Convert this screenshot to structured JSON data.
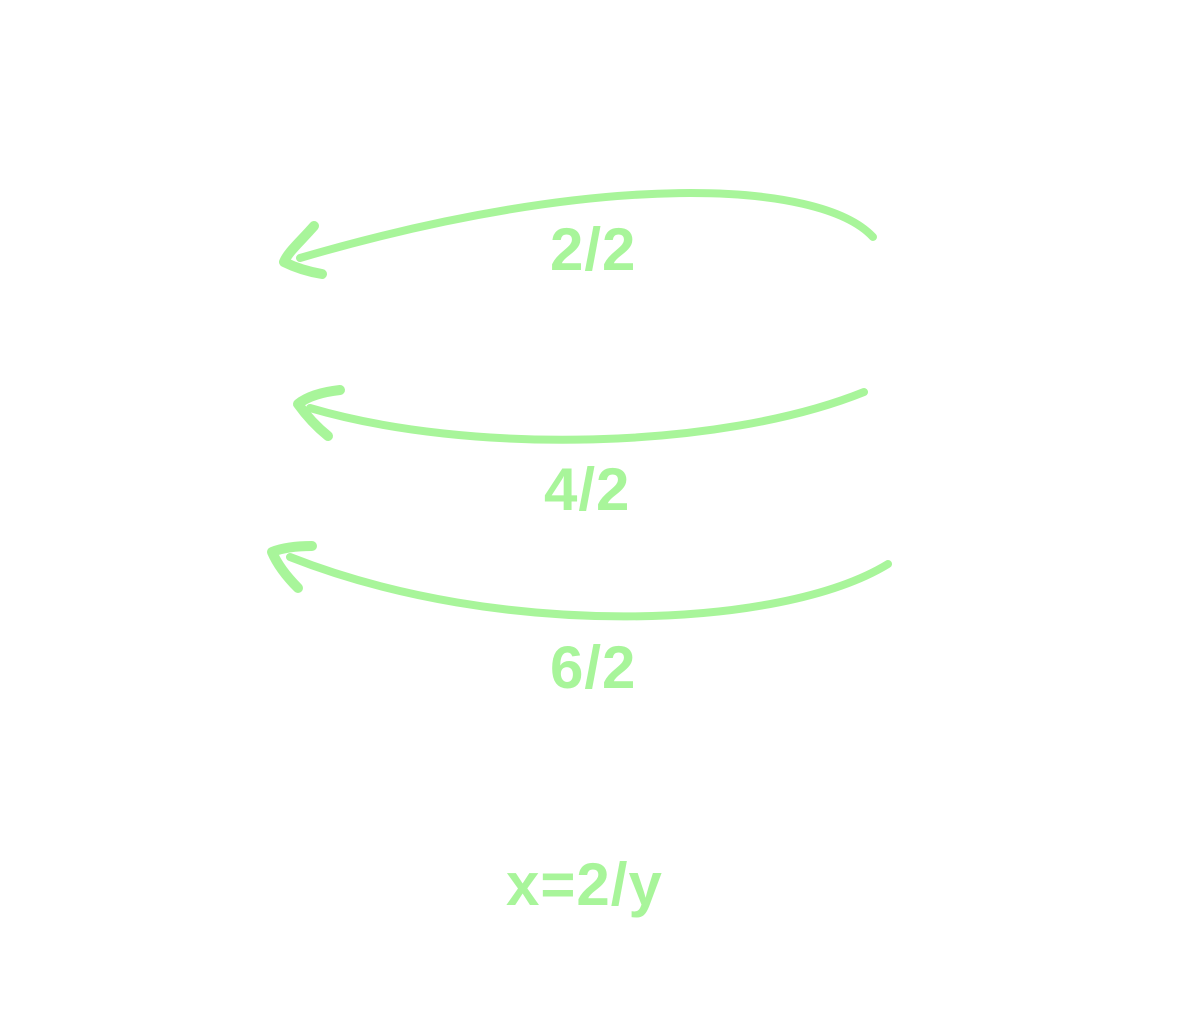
{
  "colors": {
    "accent": "#a8f59a",
    "background": "#ffffff"
  },
  "arrows": [
    {
      "icon": "curved-arrow-left-icon",
      "label": "2/2"
    },
    {
      "icon": "curved-arrow-left-icon",
      "label": "4/2"
    },
    {
      "icon": "curved-arrow-left-icon",
      "label": "6/2"
    }
  ],
  "formula": "x=2/y"
}
